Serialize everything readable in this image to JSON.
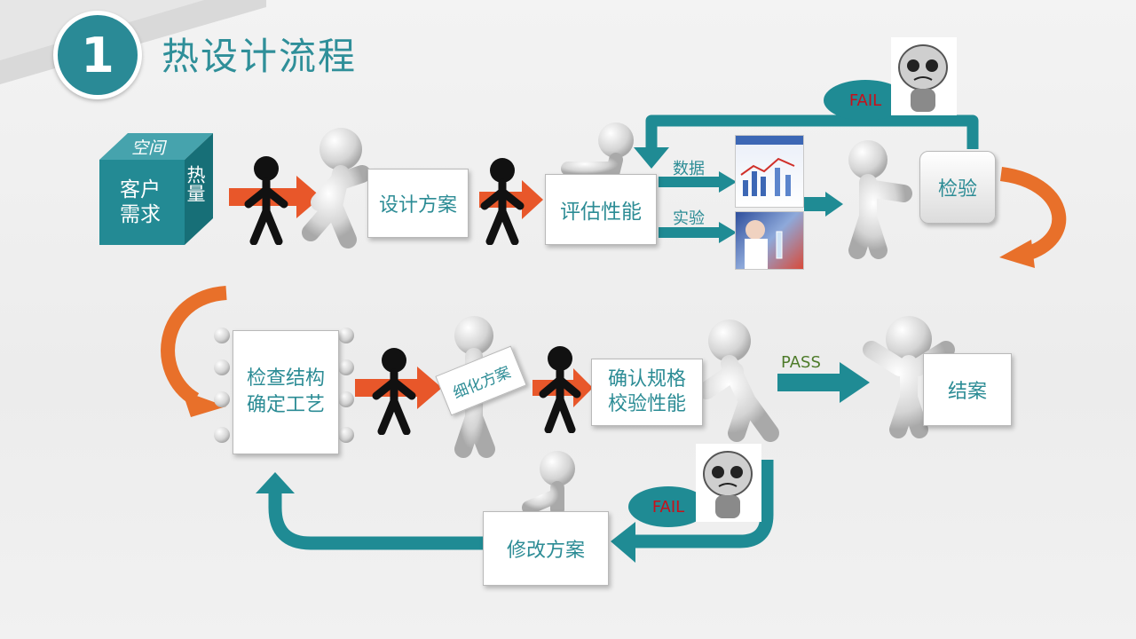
{
  "header": {
    "step_number": "1",
    "title": "热设计流程"
  },
  "cube": {
    "top": "空间",
    "front_line1": "客户",
    "front_line2": "需求",
    "side": "热量"
  },
  "steps": {
    "design": "设计方案",
    "evaluate": "评估性能",
    "inspect": "检验",
    "check_line1": "检查结构",
    "check_line2": "确定工艺",
    "refine": "细化方案",
    "confirm_line1": "确认规格",
    "confirm_line2": "校验性能",
    "close": "结案",
    "modify": "修改方案"
  },
  "labels": {
    "data": "数据",
    "experiment": "实验",
    "fail_top": "FAIL",
    "fail_bottom": "FAIL",
    "pass": "PASS"
  },
  "colors": {
    "teal": "#1f8b94",
    "orange": "#e8702a",
    "fail_text": "#c8101a",
    "pass_text": "#4e7b2a"
  }
}
